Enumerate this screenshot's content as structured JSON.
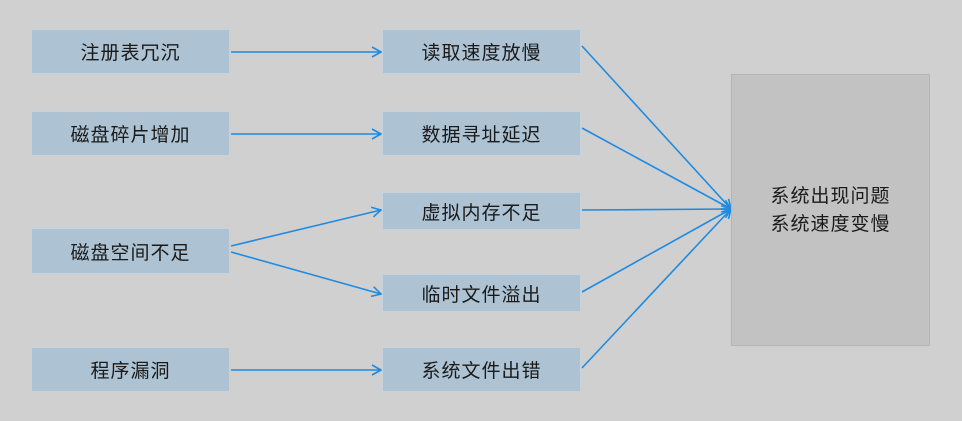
{
  "colors": {
    "background": "#d0d0d0",
    "box_fill": "#adc2d2",
    "result_fill": "#c2c2c2",
    "arrow": "#1f8be0"
  },
  "causes": [
    "注册表冗沉",
    "磁盘碎片增加",
    "磁盘空间不足",
    "程序漏洞"
  ],
  "effects": [
    "读取速度放慢",
    "数据寻址延迟",
    "虚拟内存不足",
    "临时文件溢出",
    "系统文件出错"
  ],
  "result": {
    "line1": "系统出现问题",
    "line2": "系统速度变慢"
  },
  "links": [
    {
      "from": "cause",
      "from_index": 0,
      "to": "effect",
      "to_index": 0
    },
    {
      "from": "cause",
      "from_index": 1,
      "to": "effect",
      "to_index": 1
    },
    {
      "from": "cause",
      "from_index": 2,
      "to": "effect",
      "to_index": 2
    },
    {
      "from": "cause",
      "from_index": 2,
      "to": "effect",
      "to_index": 3
    },
    {
      "from": "cause",
      "from_index": 3,
      "to": "effect",
      "to_index": 4
    },
    {
      "from": "effect",
      "from_index": 0,
      "to": "result",
      "to_index": 0
    },
    {
      "from": "effect",
      "from_index": 1,
      "to": "result",
      "to_index": 0
    },
    {
      "from": "effect",
      "from_index": 2,
      "to": "result",
      "to_index": 0
    },
    {
      "from": "effect",
      "from_index": 3,
      "to": "result",
      "to_index": 0
    },
    {
      "from": "effect",
      "from_index": 4,
      "to": "result",
      "to_index": 0
    }
  ]
}
